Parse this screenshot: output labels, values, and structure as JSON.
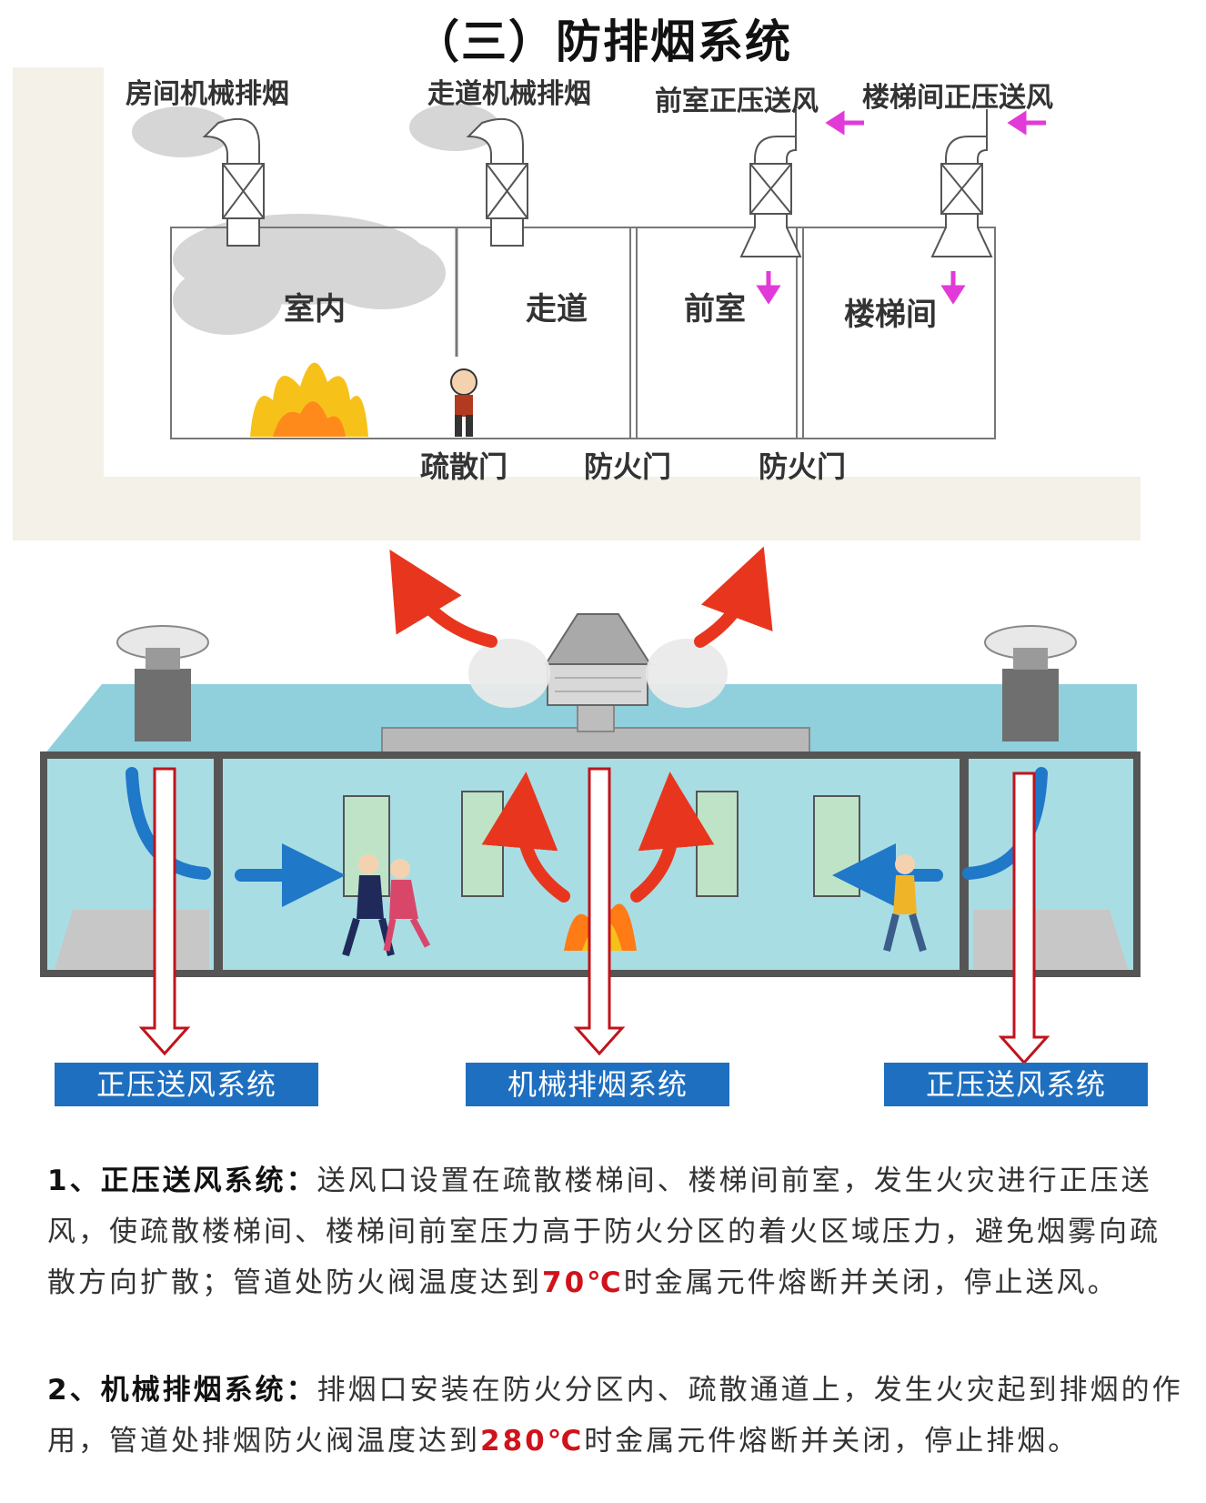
{
  "title": "（三）防排烟系统",
  "top_labels": {
    "room_exhaust": "房间机械排烟",
    "corridor_exhaust": "走道机械排烟",
    "anteroom_supply": "前室正压送风",
    "stair_supply": "楼梯间正压送风"
  },
  "rooms": {
    "indoor": "室内",
    "corridor": "走道",
    "anteroom": "前室",
    "stairwell": "楼梯间"
  },
  "doors": {
    "evac": "疏散门",
    "fire1": "防火门",
    "fire2": "防火门"
  },
  "systems": {
    "left": "正压送风系统",
    "center": "机械排烟系统",
    "right": "正压送风系统"
  },
  "para1": {
    "num": "1、",
    "head": "正压送风系统：",
    "text1": "送风口设置在疏散楼梯间、楼梯间前室，发生火灾进行正压送风，使疏散楼梯间、楼梯间前室压力高于防火分区的着火区域压力，避免烟雾向疏散方向扩散；管道处防火阀温度达到",
    "temp": "70℃",
    "text2": "时金属元件熔断并关闭，停止送风。"
  },
  "para2": {
    "num": "2、",
    "head": "机械排烟系统：",
    "text1": "排烟口安装在防火分区内、疏散通道上，发生火灾起到排烟的作用，管道处排烟防火阀温度达到",
    "temp": "280℃",
    "text2": "时金属元件熔断并关闭，停止排烟。"
  },
  "colors": {
    "system_box": "#1e6fc0",
    "arrow_blue": "#1f78c8",
    "arrow_red": "#e8361e",
    "arrow_pink": "#e23ad8",
    "building": "#a9dde4",
    "temp_red": "#d0121b"
  }
}
